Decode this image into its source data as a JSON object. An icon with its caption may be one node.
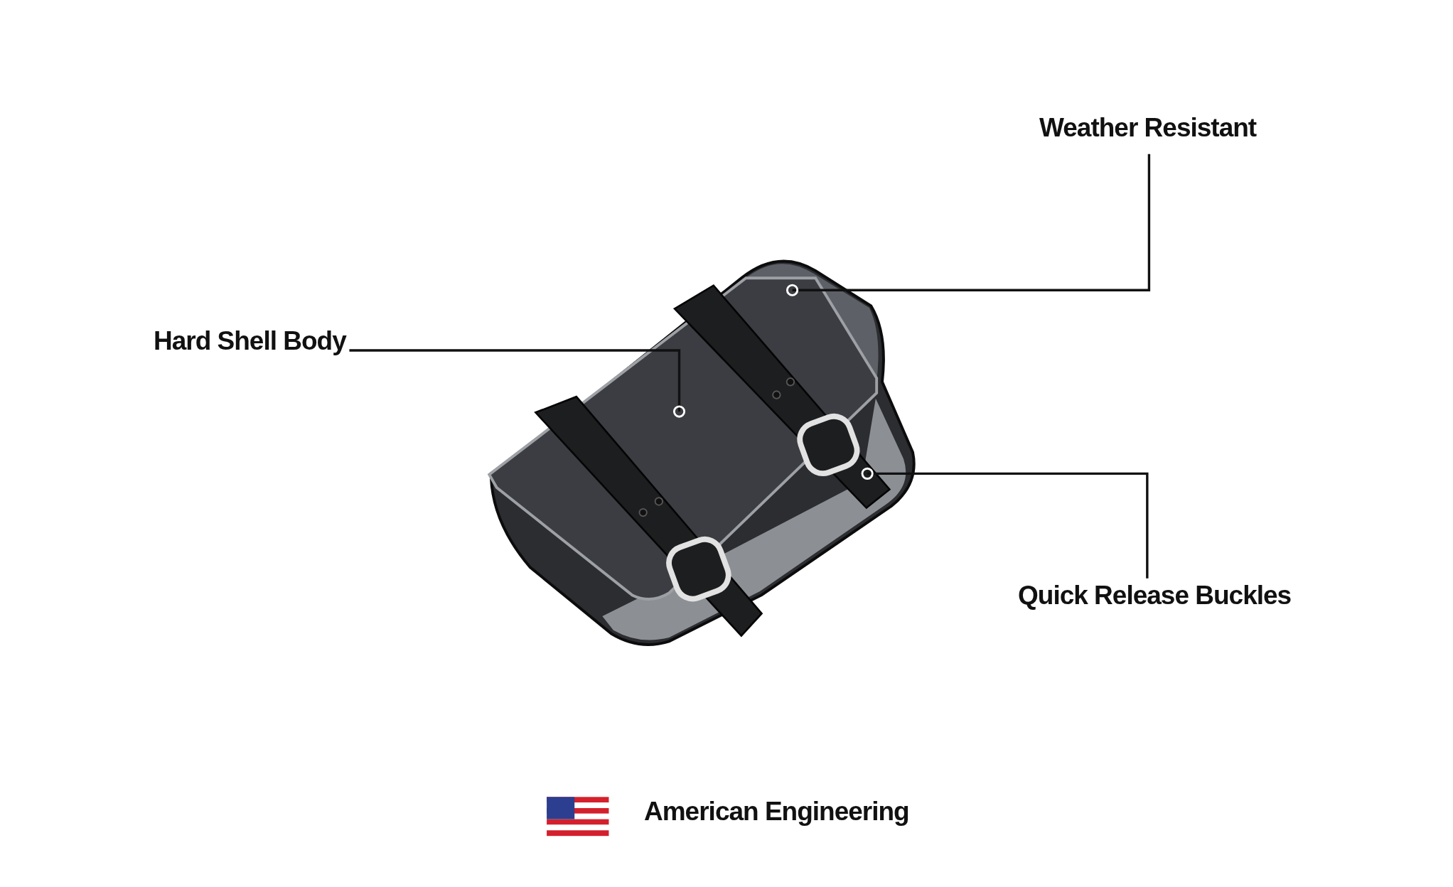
{
  "diagram": {
    "nodes": [
      {
        "text": [
          "Weather Resistant"
        ]
      },
      {
        "text": [
          "Hard Shell Body"
        ]
      },
      {
        "text": [
          "Quick Release Buckles"
        ]
      }
    ],
    "edges": [
      {
        "from": 0,
        "to": null,
        "arrow": "other"
      },
      {
        "from": 1,
        "to": null,
        "arrow": "other"
      },
      {
        "from": 2,
        "to": null,
        "arrow": "other"
      }
    ],
    "labels": [
      "American Engineering"
    ]
  }
}
